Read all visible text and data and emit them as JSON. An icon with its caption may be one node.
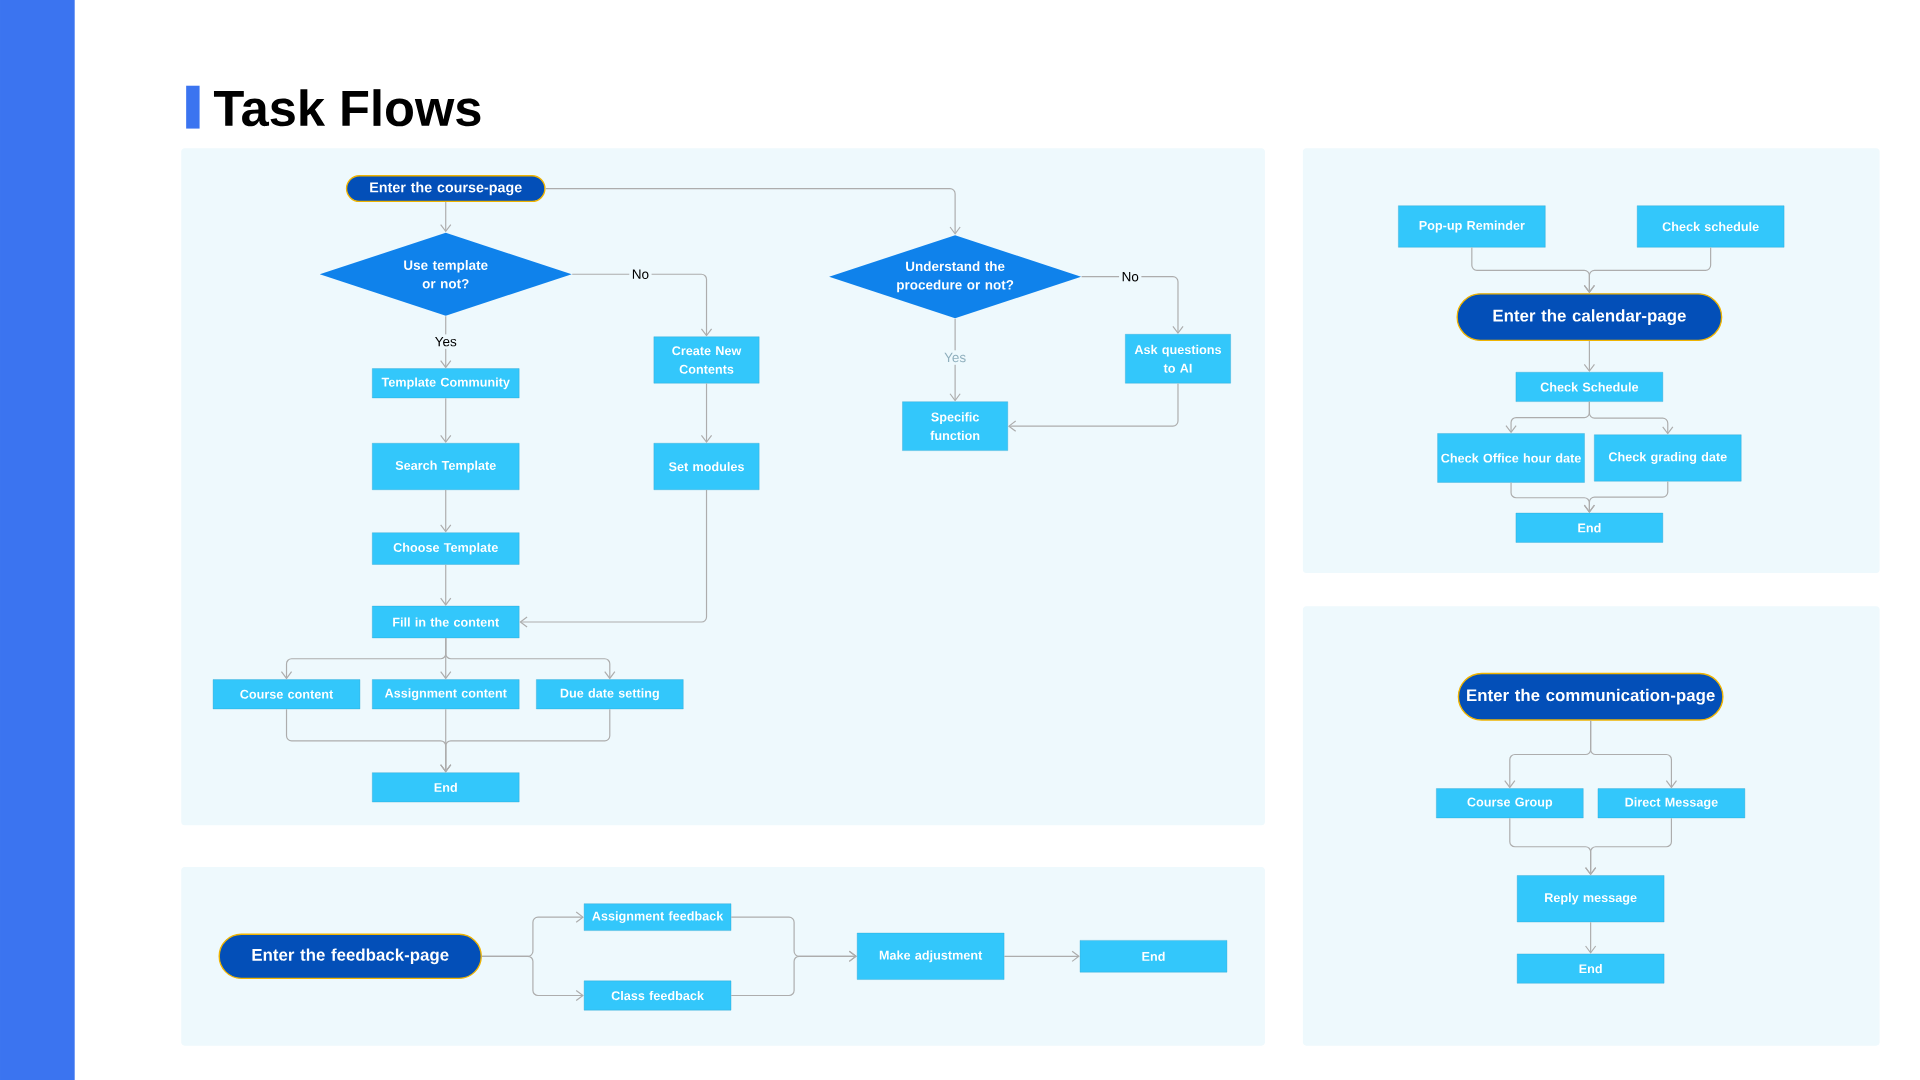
{
  "diagram": {
    "title": "Task Flows",
    "nodes": [
      {
        "text": [
          "Enter the course-page"
        ]
      },
      {
        "text": [
          "Use template or not?"
        ]
      },
      {
        "text": [
          "Template Community"
        ]
      },
      {
        "text": [
          "Search Template"
        ]
      },
      {
        "text": [
          "Choose Template"
        ]
      },
      {
        "text": [
          "Fill in the content"
        ]
      },
      {
        "text": [
          "Course content"
        ]
      },
      {
        "text": [
          "Assignment content"
        ]
      },
      {
        "text": [
          "Due date setting"
        ]
      },
      {
        "text": [
          "End"
        ]
      },
      {
        "text": [
          "Create New Contents"
        ]
      },
      {
        "text": [
          "Set modules"
        ]
      },
      {
        "text": [
          "Understand the procedure or not?"
        ]
      },
      {
        "text": [
          "Specific function"
        ]
      },
      {
        "text": [
          "Ask questions to AI"
        ]
      },
      {
        "text": [
          "Pop-up Reminder"
        ]
      },
      {
        "text": [
          "Check schedule"
        ]
      },
      {
        "text": [
          "Enter the calendar-page"
        ]
      },
      {
        "text": [
          "Check Schedule"
        ]
      },
      {
        "text": [
          "Check Office hour date"
        ]
      },
      {
        "text": [
          "Check grading date"
        ]
      },
      {
        "text": [
          "End"
        ]
      },
      {
        "text": [
          "Enter the communication-page"
        ]
      },
      {
        "text": [
          "Course Group"
        ]
      },
      {
        "text": [
          "Direct Message"
        ]
      },
      {
        "text": [
          "Reply message"
        ]
      },
      {
        "text": [
          "End"
        ]
      },
      {
        "text": [
          "Enter the feedback-page"
        ]
      },
      {
        "text": [
          "Assignment feedback"
        ]
      },
      {
        "text": [
          "Class feedback"
        ]
      },
      {
        "text": [
          "Make adjustment"
        ]
      },
      {
        "text": [
          "End"
        ]
      }
    ],
    "edges": [
      {
        "from": 0,
        "to": 1,
        "arrow": "to"
      },
      {
        "from": 0,
        "to": 12,
        "arrow": "to"
      },
      {
        "from": 1,
        "to": 2,
        "arrow": "to",
        "label": "Yes"
      },
      {
        "from": 1,
        "to": 10,
        "arrow": "to",
        "label": "No"
      },
      {
        "from": 2,
        "to": 3,
        "arrow": "to"
      },
      {
        "from": 3,
        "to": 4,
        "arrow": "to"
      },
      {
        "from": 4,
        "to": 5,
        "arrow": "to"
      },
      {
        "from": 11,
        "to": 5,
        "arrow": "to"
      },
      {
        "from": 5,
        "to": 6,
        "arrow": "to"
      },
      {
        "from": 5,
        "to": 7,
        "arrow": "to"
      },
      {
        "from": 5,
        "to": 8,
        "arrow": "to"
      },
      {
        "from": 6,
        "to": 9,
        "arrow": "to"
      },
      {
        "from": 7,
        "to": 9,
        "arrow": "to"
      },
      {
        "from": 8,
        "to": 9,
        "arrow": "to"
      },
      {
        "from": 10,
        "to": 11,
        "arrow": "to"
      },
      {
        "from": 12,
        "to": 13,
        "arrow": "to",
        "label": "Yes"
      },
      {
        "from": 12,
        "to": 14,
        "arrow": "to",
        "label": "No"
      },
      {
        "from": 14,
        "to": 13,
        "arrow": "to"
      },
      {
        "from": 15,
        "to": 17,
        "arrow": "to"
      },
      {
        "from": 16,
        "to": 17,
        "arrow": "to"
      },
      {
        "from": 17,
        "to": 18,
        "arrow": "to"
      },
      {
        "from": 18,
        "to": 19,
        "arrow": "to"
      },
      {
        "from": 18,
        "to": 20,
        "arrow": "to"
      },
      {
        "from": 19,
        "to": 21,
        "arrow": "to"
      },
      {
        "from": 20,
        "to": 21,
        "arrow": "to"
      },
      {
        "from": 22,
        "to": 23,
        "arrow": "to"
      },
      {
        "from": 22,
        "to": 24,
        "arrow": "to"
      },
      {
        "from": 23,
        "to": 25,
        "arrow": "to"
      },
      {
        "from": 24,
        "to": 25,
        "arrow": "to"
      },
      {
        "from": 25,
        "to": 26,
        "arrow": "to"
      },
      {
        "from": 27,
        "to": 28,
        "arrow": "to"
      },
      {
        "from": 27,
        "to": 29,
        "arrow": "to"
      },
      {
        "from": 28,
        "to": 30,
        "arrow": "to"
      },
      {
        "from": 29,
        "to": 30,
        "arrow": "to"
      },
      {
        "from": 30,
        "to": 31,
        "arrow": "to"
      }
    ]
  }
}
